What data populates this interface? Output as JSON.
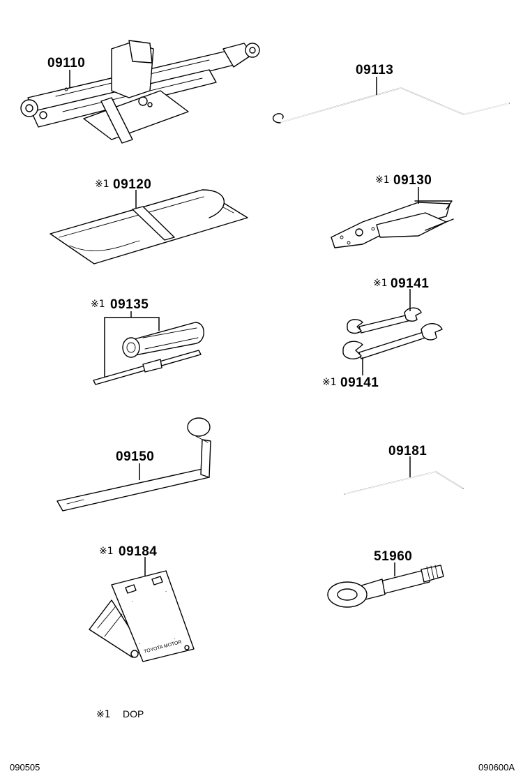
{
  "parts": [
    {
      "id": "jack",
      "mark": "",
      "number": "09110"
    },
    {
      "id": "jack-handle",
      "mark": "",
      "number": "09113"
    },
    {
      "id": "tool-bag",
      "mark": "※1",
      "number": "09120"
    },
    {
      "id": "pliers",
      "mark": "※1",
      "number": "09130"
    },
    {
      "id": "screwdriver",
      "mark": "※1",
      "number": "09135"
    },
    {
      "id": "wrench-upper",
      "mark": "※1",
      "number": "09141"
    },
    {
      "id": "wrench-lower",
      "mark": "※1",
      "number": "09141"
    },
    {
      "id": "wheel-nut-wrench",
      "mark": "",
      "number": "09150"
    },
    {
      "id": "hex-wrench",
      "mark": "",
      "number": "09181"
    },
    {
      "id": "wheel-chock",
      "mark": "※1",
      "number": "09184"
    },
    {
      "id": "towing-eye",
      "mark": "",
      "number": "51960"
    }
  ],
  "footnote": {
    "mark": "※1",
    "text": "DOP"
  },
  "footer": {
    "left_code": "090505",
    "right_code": "090600A"
  }
}
